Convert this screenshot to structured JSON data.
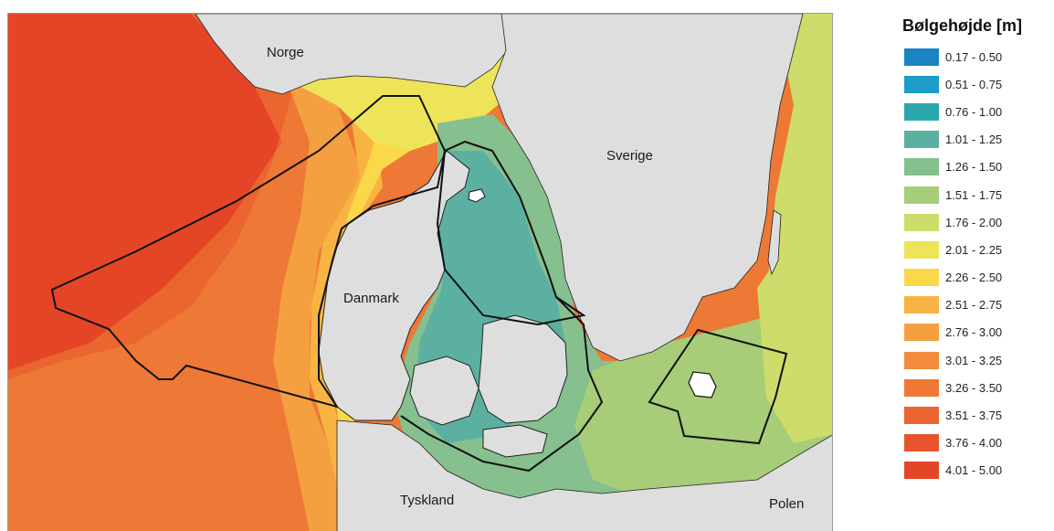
{
  "map": {
    "labels": {
      "norge": "Norge",
      "sverige": "Sverige",
      "danmark": "Danmark",
      "tyskland": "Tyskland",
      "polen": "Polen"
    }
  },
  "legend": {
    "title": "Bølgehøjde [m]",
    "items": [
      {
        "label": "0.17 - 0.50",
        "color": "#1a83c2"
      },
      {
        "label": "0.51 - 0.75",
        "color": "#1d9cc7"
      },
      {
        "label": "0.76 - 1.00",
        "color": "#2aa7ad"
      },
      {
        "label": "1.01 - 1.25",
        "color": "#5cb0a2"
      },
      {
        "label": "1.26 - 1.50",
        "color": "#86c08f"
      },
      {
        "label": "1.51 - 1.75",
        "color": "#a7cd78"
      },
      {
        "label": "1.76 - 2.00",
        "color": "#cddc6a"
      },
      {
        "label": "2.01 - 2.25",
        "color": "#ede459"
      },
      {
        "label": "2.26 - 2.50",
        "color": "#fbd84a"
      },
      {
        "label": "2.51 - 2.75",
        "color": "#f8b443"
      },
      {
        "label": "2.76 - 3.00",
        "color": "#f4a041"
      },
      {
        "label": "3.01 - 3.25",
        "color": "#f28b3d"
      },
      {
        "label": "3.26 - 3.50",
        "color": "#ee7835"
      },
      {
        "label": "3.51 - 3.75",
        "color": "#ea6530"
      },
      {
        "label": "3.76 - 4.00",
        "color": "#e8552c"
      },
      {
        "label": "4.01 - 5.00",
        "color": "#e54527"
      }
    ]
  }
}
